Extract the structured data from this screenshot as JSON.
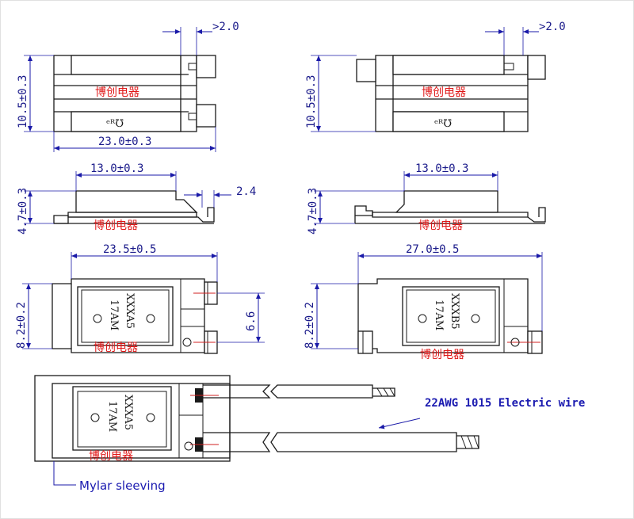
{
  "watermark": "博创电器",
  "views": {
    "top_left": {
      "width_dim": "23.0±0.3",
      "height_dim": "10.5±0.3",
      "tab_dim": ">2.0",
      "logo": "ᵉᴿ℧"
    },
    "top_right": {
      "height_dim": "10.5±0.3",
      "tab_dim": ">2.0",
      "logo": "ᵉᴿ℧"
    },
    "side_left": {
      "width_dim": "13.0±0.3",
      "height_dim": "4.7±0.3",
      "tab_dim": "2.4"
    },
    "side_right": {
      "width_dim": "13.0±0.3",
      "height_dim": "4.7±0.3"
    },
    "front_left": {
      "width_dim": "23.5±0.5",
      "height_dim": "8.2±0.2",
      "pitch_dim": "6.6",
      "marking_line1": "17AM",
      "marking_line2": "XXXA5"
    },
    "front_right": {
      "width_dim": "27.0±0.5",
      "height_dim": "8.2±0.2",
      "marking_line1": "17AM",
      "marking_line2": "XXXB5"
    },
    "assembly": {
      "marking_line1": "17AM",
      "marking_line2": "XXXA5",
      "wire_label": "22AWG 1015 Electric wire",
      "sleeve_label": "Mylar sleeving"
    }
  },
  "colors": {
    "dimension": "#1a1aa8",
    "watermark": "#e01818",
    "outline": "#1a1a1a"
  }
}
